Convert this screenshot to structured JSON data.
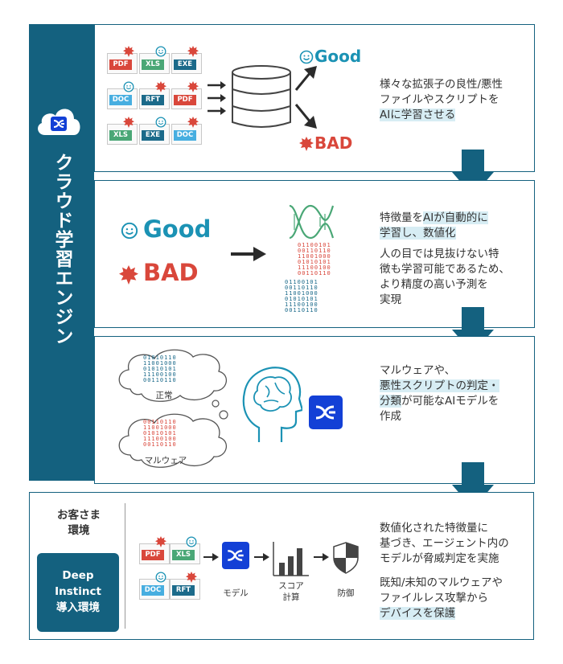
{
  "engine": {
    "title": "クラウド学習エンジン"
  },
  "colors": {
    "primary": "#14617f",
    "good": "#1b92b4",
    "bad": "#d9473b",
    "highlight": "#d7edf4"
  },
  "panel1": {
    "files": [
      {
        "label": "PDF",
        "color": "#d9473b",
        "mark": "bad"
      },
      {
        "label": "XLS",
        "color": "#4aa776",
        "mark": "good"
      },
      {
        "label": "EXE",
        "color": "#1b6a8a",
        "mark": "bad"
      },
      {
        "label": "DOC",
        "color": "#47aee0",
        "mark": "good"
      },
      {
        "label": "RFT",
        "color": "#1b6a8a",
        "mark": "bad"
      },
      {
        "label": "PDF",
        "color": "#d9473b",
        "mark": "bad"
      },
      {
        "label": "XLS",
        "color": "#4aa776",
        "mark": "bad"
      },
      {
        "label": "EXE",
        "color": "#1b6a8a",
        "mark": "good"
      },
      {
        "label": "DOC",
        "color": "#47aee0",
        "mark": "bad"
      }
    ],
    "good_label": "Good",
    "bad_label": "BAD",
    "desc_line1": "様々な拡張子の良性/悪性",
    "desc_line2": "ファイルやスクリプトを",
    "desc_hl": "AIに学習させる"
  },
  "panel2": {
    "good_label": "Good",
    "bad_label": "BAD",
    "desc_a1": "特徴量を",
    "desc_a_hl": "AIが自動的に",
    "desc_a2_hl": "学習し、数値化",
    "desc_b1": "人の目では見抜けない特",
    "desc_b2": "徴も学習可能であるため、",
    "desc_b3": "より精度の高い予測を",
    "desc_b4": "実現"
  },
  "panel3": {
    "normal_label": "正常",
    "malware_label": "マルウェア",
    "desc1": "マルウェアや、",
    "desc2_hl": "悪性スクリプトの判定・",
    "desc3_hl": "分類",
    "desc3": "が可能なAIモデルを",
    "desc4": "作成"
  },
  "customer": {
    "title_line1": "お客さま",
    "title_line2": "環境",
    "box_line1": "Deep",
    "box_line2": "Instinct",
    "box_line3": "導入環境",
    "files": [
      {
        "label": "PDF",
        "color": "#d9473b",
        "mark": "bad"
      },
      {
        "label": "XLS",
        "color": "#4aa776",
        "mark": "good"
      },
      {
        "label": "DOC",
        "color": "#47aee0",
        "mark": "good"
      },
      {
        "label": "RFT",
        "color": "#1b6a8a",
        "mark": "bad"
      }
    ],
    "model_label": "モデル",
    "score_line1": "スコア",
    "score_line2": "計算",
    "defense_label": "防御",
    "desc1": "数値化された特徴量に",
    "desc2": "基づき、エージェント内の",
    "desc3": "モデルが脅威判定を実施",
    "desc4": "既知/未知のマルウェアや",
    "desc5": "ファイルレス攻撃から",
    "desc6_hl": "デバイスを保護"
  }
}
